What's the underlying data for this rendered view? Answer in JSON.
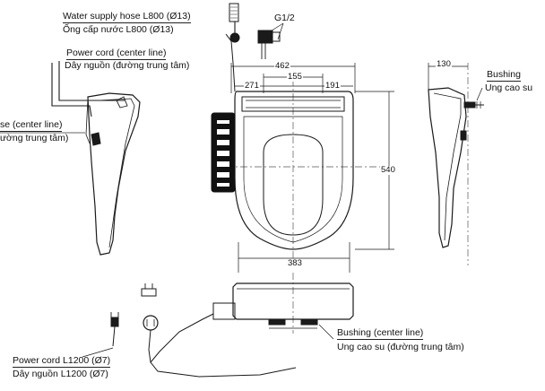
{
  "labels": {
    "water_hose_en": "Water supply hose L800 (Ø13)",
    "water_hose_vi": "Ống cấp nước L800 (Ø13)",
    "thread": "G1/2",
    "power_center_en": "Power cord (center line)",
    "power_center_vi": "Dây nguồn (đường trung tâm)",
    "hose_center_en": "se (center line)",
    "hose_center_vi": "ường trung tâm)",
    "bushing_en": "Bushing",
    "bushing_vi": "Ung cao su",
    "bushing_center_en": "Bushing (center line)",
    "bushing_center_vi": "Ung cao su (đường trung tâm)",
    "power_cord_en": "Power cord L1200 (Ø7)",
    "power_cord_vi": "Dây nguồn L1200 (Ø7)"
  },
  "dimensions": {
    "width_top": "462",
    "left": "271",
    "center": "155",
    "right": "191",
    "depth": "540",
    "width_bottom": "383",
    "side_width": "130"
  },
  "colors": {
    "line": "#1a1a1a",
    "center_line": "#555555",
    "panel": "#111111"
  }
}
